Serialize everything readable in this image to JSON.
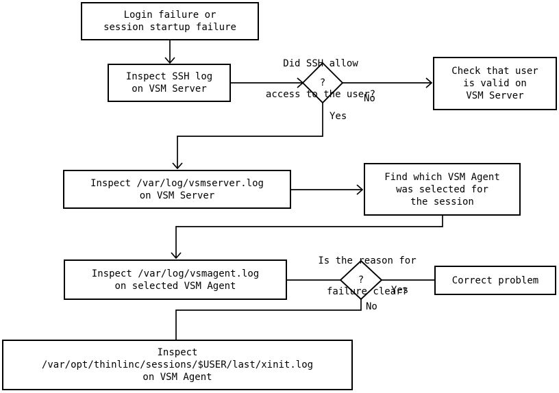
{
  "diagram": {
    "background_color": "#ffffff",
    "line_color": "#000000",
    "text_color": "#000000"
  },
  "nodes": {
    "start": {
      "lines": [
        "Login failure or",
        "session startup failure"
      ]
    },
    "inspect_ssh_log": {
      "lines": [
        "Inspect SSH log",
        "on VSM Server"
      ]
    },
    "check_user_valid": {
      "lines": [
        "Check that user",
        "is valid on",
        "VSM Server"
      ]
    },
    "inspect_vsmserver_log": {
      "lines": [
        "Inspect /var/log/vsmserver.log",
        "on VSM Server"
      ]
    },
    "find_vsm_agent": {
      "lines": [
        "Find which VSM Agent",
        "was selected for",
        "the session"
      ]
    },
    "inspect_vsmagent_log": {
      "lines": [
        "Inspect /var/log/vsmagent.log",
        "on selected VSM Agent"
      ]
    },
    "correct_problem": {
      "lines": [
        "Correct problem"
      ]
    },
    "inspect_xinit_log": {
      "lines": [
        "Inspect",
        "/var/opt/thinlinc/sessions/$USER/last/xinit.log",
        "on VSM Agent"
      ]
    }
  },
  "decisions": {
    "ssh_access": {
      "symbol": "?",
      "question_lines": [
        "Did SSH allow",
        "access to the user?"
      ],
      "yes_label": "Yes",
      "no_label": "No"
    },
    "reason_clear": {
      "symbol": "?",
      "question_lines": [
        "Is the reason for",
        "failure clear?"
      ],
      "yes_label": "Yes",
      "no_label": "No"
    }
  }
}
